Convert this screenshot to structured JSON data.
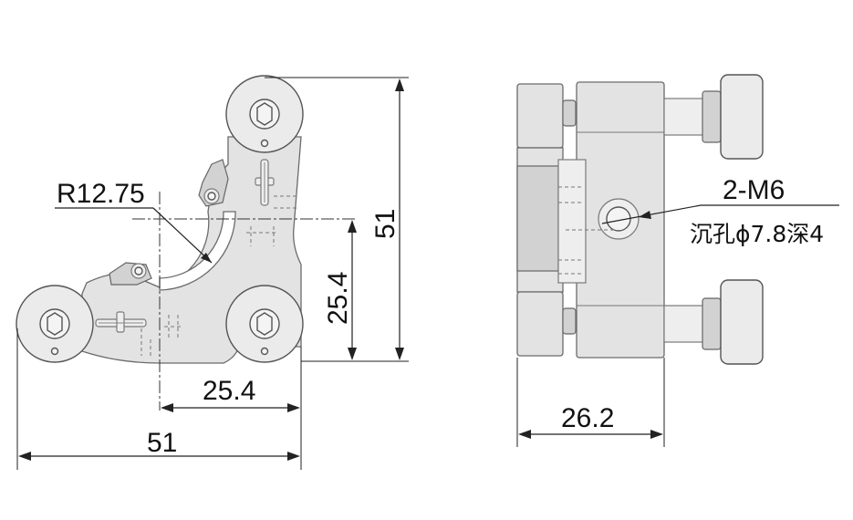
{
  "drawing": {
    "front_view": {
      "radius_label": "R12.75",
      "height_total": "51",
      "height_center": "25.4",
      "width_center": "25.4",
      "width_total": "51"
    },
    "side_view": {
      "thread_label": "2-M6",
      "counterbore_label": "沉孔ϕ7.8深4",
      "depth_label": "26.2"
    }
  }
}
